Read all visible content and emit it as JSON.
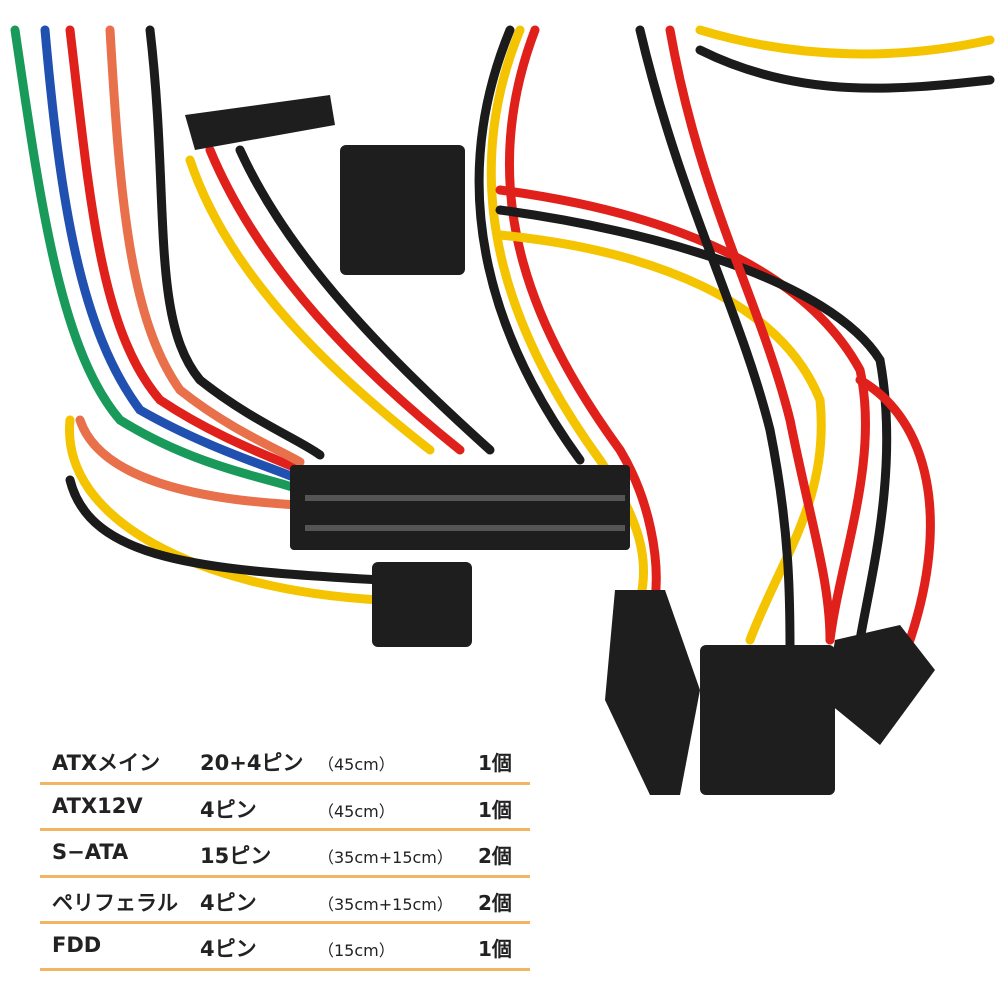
{
  "spec_table": {
    "rows": [
      {
        "connector": "ATXメイン",
        "pins": "20+4ピン",
        "length": "（45cm）",
        "count": "1個"
      },
      {
        "connector": "ATX12V",
        "pins": "4ピン",
        "length": "（45cm）",
        "count": "1個"
      },
      {
        "connector": "S−ATA",
        "pins": "15ピン",
        "length": "（35cm+15cm）",
        "count": "2個"
      },
      {
        "connector": "ペリフェラル",
        "pins": "4ピン",
        "length": "（35cm+15cm）",
        "count": "2個"
      },
      {
        "connector": "FDD",
        "pins": "4ピン",
        "length": "（15cm）",
        "count": "1個"
      }
    ],
    "rule_color": "#f2b465"
  },
  "colors": {
    "red": "#e0211b",
    "yellow": "#f5c400",
    "black": "#1b1b1b",
    "green": "#1a9a5a",
    "orange": "#e8704a",
    "blue": "#2050b0"
  }
}
